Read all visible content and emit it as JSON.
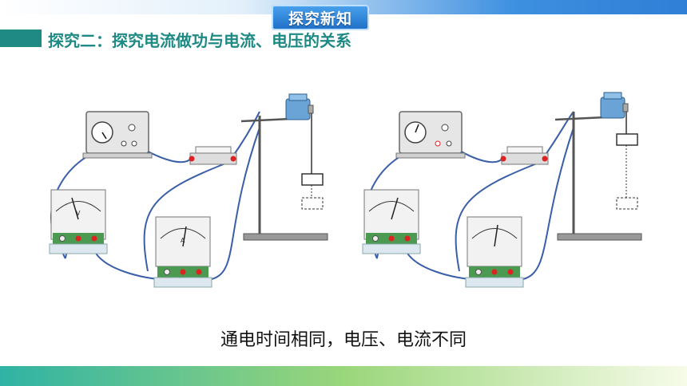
{
  "header": {
    "badge_text": "探究新知"
  },
  "section": {
    "title": "探究二：探究电流做功与电流、电压的关系"
  },
  "caption": "通电时间相同，电压、电流不同",
  "meters": {
    "voltmeter_unit": "V",
    "ammeter_unit": "A"
  },
  "colors": {
    "accent": "#1f8a84",
    "wire": "#3a5fa8"
  }
}
